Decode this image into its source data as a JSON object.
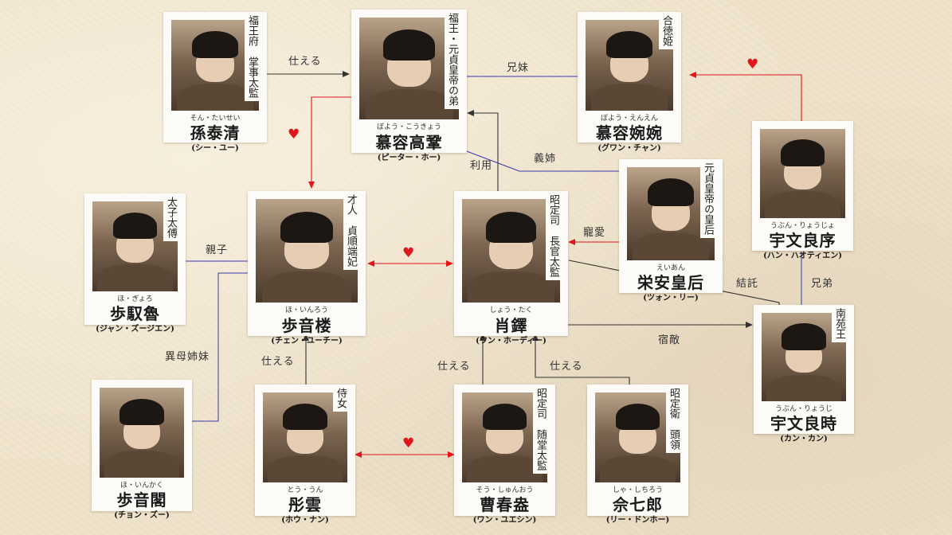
{
  "characters": [
    {
      "id": "sontaisei",
      "role": "福王府　掌事太監",
      "kana": "そん・たいせい",
      "name": "孫泰清",
      "actor": "(シー・ユー)"
    },
    {
      "id": "boyou",
      "role": "福王・元貞皇帝の弟",
      "kana": "ぼよう・こうきょう",
      "name": "慕容高鞏",
      "actor": "(ピーター・ホー)"
    },
    {
      "id": "enen",
      "role": "合徳姫",
      "kana": "ぼよう・えんえん",
      "name": "慕容婉婉",
      "actor": "(グワン・チャン)"
    },
    {
      "id": "ryojo",
      "role": "",
      "kana": "うぶん・りょうじょ",
      "name": "宇文良序",
      "actor": "(ハン・ハオティエン)"
    },
    {
      "id": "hogyoro",
      "role": "太子太傅",
      "kana": "ほ・ぎょろ",
      "name": "歩馭魯",
      "actor": "(ジャン・ズージエン)"
    },
    {
      "id": "inro",
      "role": "才人　貞順端妃",
      "kana": "ほ・いんろう",
      "name": "歩音楼",
      "actor": "(チェン・ユーチー)"
    },
    {
      "id": "shotaku",
      "role": "昭定司　長官太監",
      "kana": "しょう・たく",
      "name": "肖鐸",
      "actor": "(ワン・ホーディー)"
    },
    {
      "id": "eian",
      "role": "元貞皇帝の皇后",
      "kana": "えいあん",
      "name": "栄安皇后",
      "actor": "(ツォン・リー)"
    },
    {
      "id": "ryoji",
      "role": "南苑王",
      "kana": "うぶん・りょうじ",
      "name": "宇文良時",
      "actor": "(カン・カン)"
    },
    {
      "id": "inkaku",
      "role": "",
      "kana": "ほ・いんかく",
      "name": "歩音閣",
      "actor": "(チョン・ズー)"
    },
    {
      "id": "tounn",
      "role": "侍女",
      "kana": "とう・うん",
      "name": "彤雲",
      "actor": "(ホウ・ナン)"
    },
    {
      "id": "soshun",
      "role": "昭定司　随堂太監",
      "kana": "そう・しゅんおう",
      "name": "曹春盎",
      "actor": "(ワン・ユエシン)"
    },
    {
      "id": "shichiro",
      "role": "昭定衛　頭領",
      "kana": "しゃ・しちろう",
      "name": "佘七郎",
      "actor": "(リー・ドンホー)"
    }
  ],
  "relations": {
    "serve_1": "仕える",
    "siblings": "兄妹",
    "use": "利用",
    "sister_in_law": "義姉",
    "favor": "寵愛",
    "parent_child": "親子",
    "conspire": "結託",
    "brothers": "兄弟",
    "rival": "宿敵",
    "half_sisters": "異母姉妹",
    "serve_2": "仕える",
    "serve_3": "仕える",
    "serve_4": "仕える"
  },
  "heart_symbol": "♥",
  "colors": {
    "love": "#e0161b",
    "family": "#3a3aa8",
    "line": "#3a3a3a"
  }
}
